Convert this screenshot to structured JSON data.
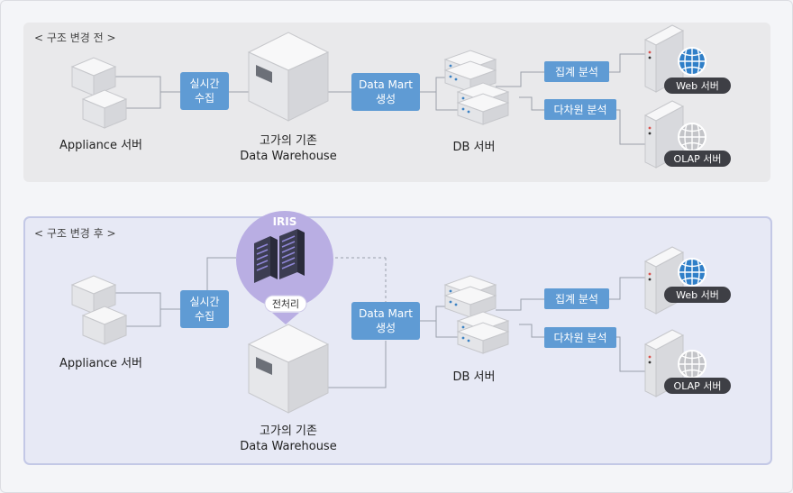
{
  "before": {
    "title": "< 구조 변경 전 >",
    "appliance_label": "Appliance 서버",
    "collect_label": [
      "실시간",
      "수집"
    ],
    "warehouse_label": [
      "고가의 기존",
      "Data Warehouse"
    ],
    "datamart_label": [
      "Data Mart",
      "생성"
    ],
    "db_label": "DB 서버",
    "analysis1": "집계 분석",
    "analysis2": "다차원 분석",
    "web_label": "Web 서버",
    "olap_label": "OLAP 서버"
  },
  "after": {
    "title": "< 구조 변경 후 >",
    "iris_label": "IRIS",
    "preprocess_label": "전처리",
    "appliance_label": "Appliance 서버",
    "collect_label": [
      "실시간",
      "수집"
    ],
    "warehouse_label": [
      "고가의 기존",
      "Data Warehouse"
    ],
    "datamart_label": [
      "Data Mart",
      "생성"
    ],
    "db_label": "DB 서버",
    "analysis1": "집계 분석",
    "analysis2": "다차원 분석",
    "web_label": "Web 서버",
    "olap_label": "OLAP 서버"
  },
  "colors": {
    "panel_before": "#e9e9eb",
    "panel_after": "#e7e9f5",
    "panel_after_border": "#c3c8e6",
    "box_blue": "#5f9bd4",
    "pill_dark": "#3e3f45",
    "iris_circle": "#b9aee3",
    "line": "#9aa0aa"
  }
}
